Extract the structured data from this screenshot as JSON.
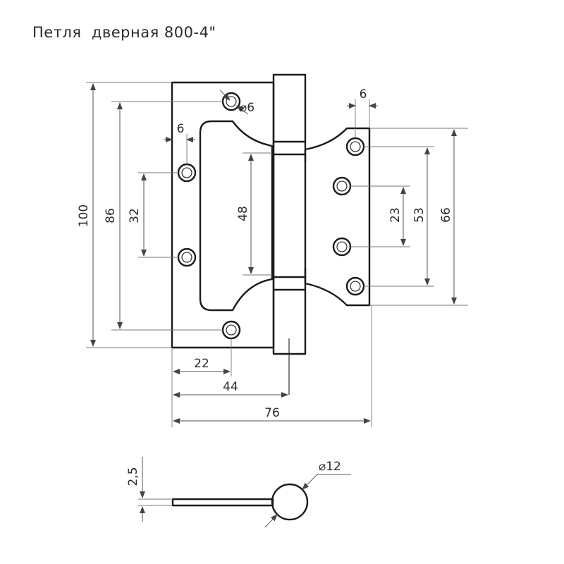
{
  "title": "Петля  дверная 800-4\"",
  "dimensions": {
    "height_total": "100",
    "hole_spacing_outer": "86",
    "hole_spacing_inner": "32",
    "cutout_height": "48",
    "left_edge_offset": "6",
    "hole_diameter": "⌀6",
    "right_edge_offset": "6",
    "right_inner": "23",
    "right_middle": "53",
    "right_outer": "66",
    "width_22": "22",
    "width_44": "44",
    "width_76": "76",
    "thickness": "2,5",
    "knuckle_diameter": "⌀12"
  },
  "colors": {
    "line": "#1a1a1a",
    "dimension": "#555555"
  }
}
